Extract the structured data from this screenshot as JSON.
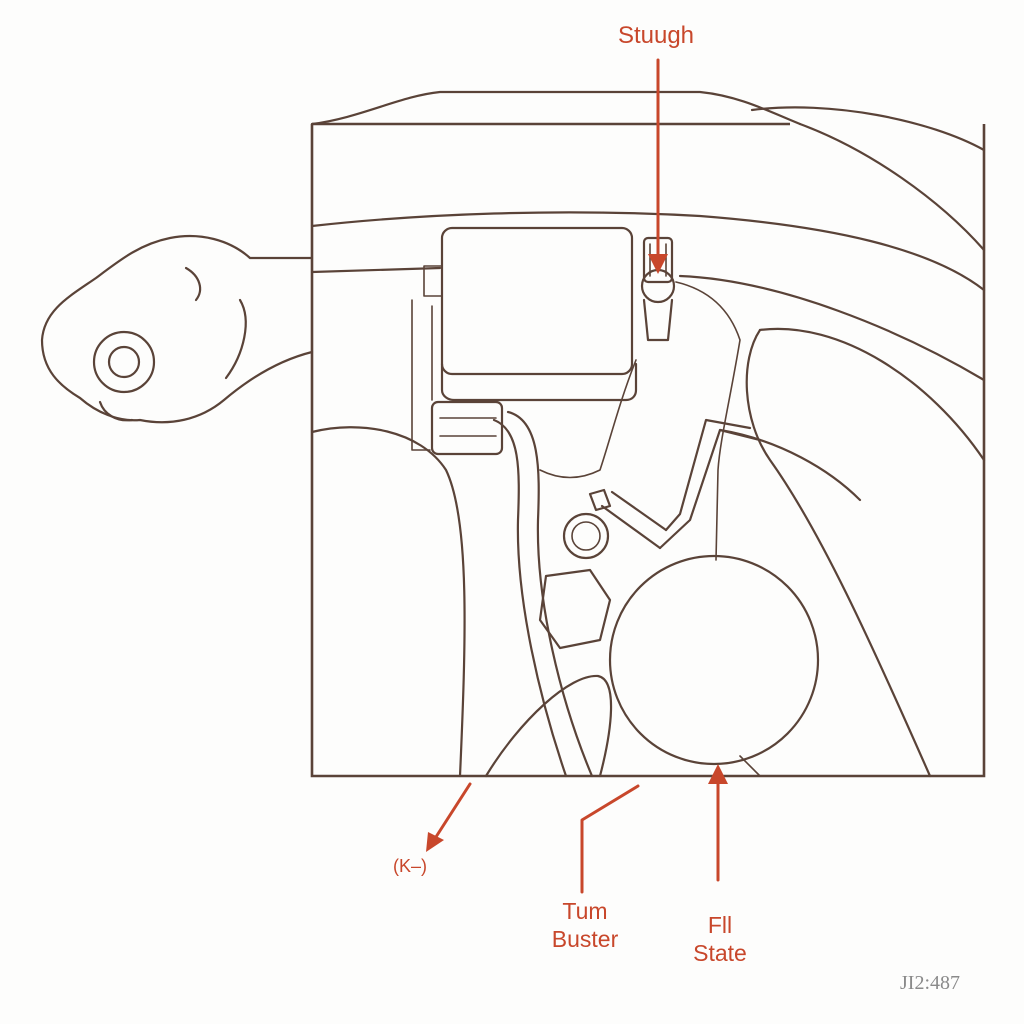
{
  "labels": {
    "top": "Stuugh",
    "bottom_left": "(K–)",
    "bottom_middle_line1": "Tum",
    "bottom_middle_line2": "Buster",
    "bottom_right_line1": "Fll",
    "bottom_right_line2": "State"
  },
  "reference_code": "JI2:487",
  "colors": {
    "line_art": "#5a4338",
    "callout": "#c8472b",
    "background": "#fdfdfc"
  }
}
